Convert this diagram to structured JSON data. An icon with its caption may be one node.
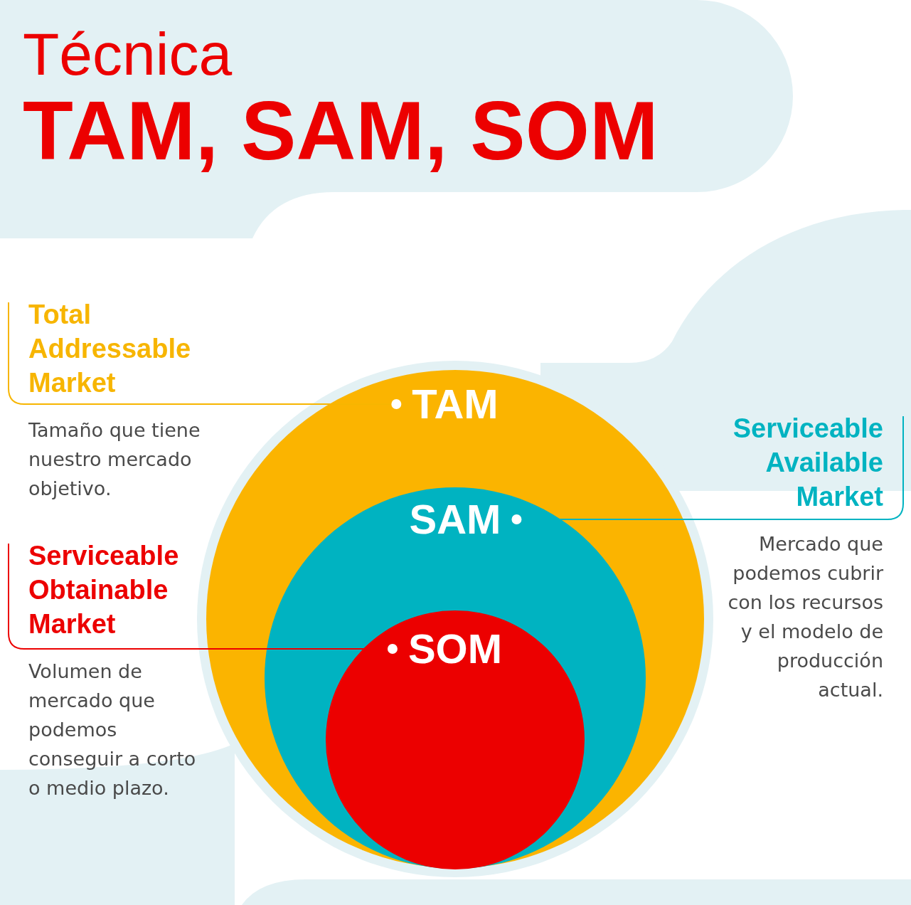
{
  "diagram": {
    "title": "Técnica TAM, SAM, SOM",
    "nodes": [
      {
        "text": [
          "TAM"
        ]
      },
      {
        "text": [
          "SAM"
        ],
        "in": 0
      },
      {
        "text": [
          "SOM"
        ],
        "in": 1
      },
      {
        "text": [
          "Total Addressable Market",
          "Tamaño que tiene nuestro mercado objetivo."
        ]
      },
      {
        "text": [
          "Serviceable Available Market",
          "Mercado que podemos cubrir con los recursos y el modelo de producción actual."
        ]
      },
      {
        "text": [
          "Serviceable Obtainable Market",
          "Volumen de mercado que podemos conseguir a corto o medio plazo."
        ]
      }
    ],
    "edges": [
      {
        "from": 3,
        "to": 0,
        "arrow": "other",
        "color": "#f7b500"
      },
      {
        "from": 4,
        "to": 1,
        "arrow": "other",
        "color": "#00b3c1"
      },
      {
        "from": 5,
        "to": 2,
        "arrow": "other",
        "color": "#ec0000"
      }
    ]
  }
}
